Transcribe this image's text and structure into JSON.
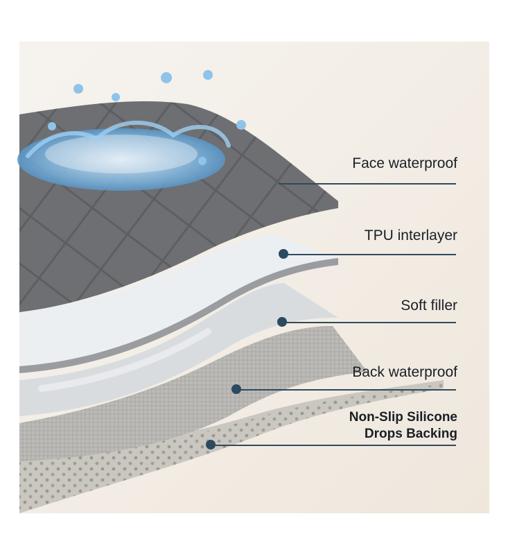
{
  "layers": [
    {
      "label": "Face waterproof"
    },
    {
      "label": "TPU interlayer"
    },
    {
      "label": "Soft filler"
    },
    {
      "label": "Back waterproof"
    },
    {
      "label": "Non-Slip Silicone",
      "label2": "Drops Backing"
    }
  ],
  "colors": {
    "background": "#f3eee8",
    "face": "#6e6f72",
    "tpu": "#e9ecef",
    "filler": "#d9dcdf",
    "back": "#b7b5b1",
    "silicone": "#cac7c0",
    "leader": "#2f4a5c"
  }
}
